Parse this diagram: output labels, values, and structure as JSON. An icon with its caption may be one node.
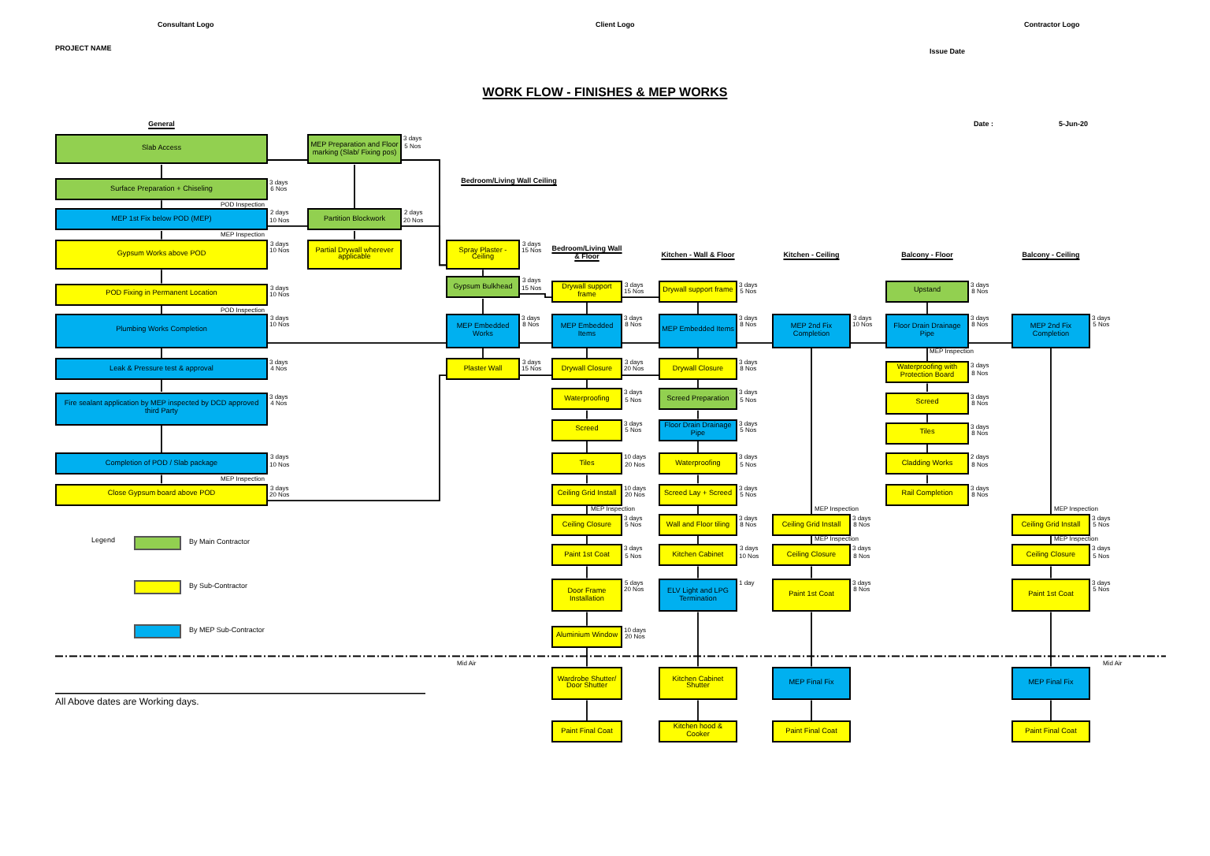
{
  "diagram": {
    "title": "WORK FLOW - FINISHES & MEP WORKS",
    "nodes": [
      {
        "text": [
          "Slab Access"
        ]
      },
      {
        "text": [
          "Surface Preparation + Chiseling"
        ],
        "beside": [
          "3 days",
          "6 Nos"
        ]
      },
      {
        "text": [
          "MEP 1st Fix below POD (MEP)"
        ],
        "beside": [
          "2 days",
          "10 Nos"
        ]
      },
      {
        "text": [
          "Gypsum Works above POD"
        ],
        "beside": [
          "3 days",
          "10 Nos"
        ]
      },
      {
        "text": [
          "POD Fixing in Permanent Location"
        ],
        "beside": [
          "3 days",
          "10 Nos"
        ]
      },
      {
        "text": [
          "Plumbing Works Completion"
        ],
        "beside": [
          "3 days",
          "10 Nos"
        ]
      },
      {
        "text": [
          "Leak & Pressure test & approval"
        ],
        "beside": [
          "3 days",
          "4 Nos"
        ]
      },
      {
        "text": [
          "Fire sealant application by MEP inspected by DCD approved third Party"
        ],
        "beside": [
          "3 days",
          "4 Nos"
        ]
      },
      {
        "text": [
          "Completion of POD / Slab package"
        ],
        "beside": [
          "3 days",
          "10 Nos"
        ]
      },
      {
        "text": [
          "Close Gypsum board above POD"
        ],
        "beside": [
          "3 days",
          "20 Nos"
        ]
      },
      {
        "text": [
          "MEP Preparation and Floor marking (Slab/ Fixing pos)"
        ],
        "beside": [
          "3 days",
          "5 Nos"
        ]
      },
      {
        "text": [
          "Partition Blockwork"
        ],
        "beside": [
          "2 days",
          "20 Nos"
        ]
      },
      {
        "text": [
          "Partial Drywall wherever applicable"
        ]
      },
      {
        "text": [
          "Spray Plaster - Ceiling"
        ],
        "beside": [
          "3 days",
          "15 Nos"
        ]
      },
      {
        "text": [
          "Gypsum Bulkhead"
        ],
        "beside": [
          "3 days",
          "15 Nos"
        ]
      },
      {
        "text": [
          "MEP Embedded Works"
        ],
        "beside": [
          "3 days",
          "8 Nos"
        ]
      },
      {
        "text": [
          "Plaster Wall"
        ],
        "beside": [
          "3 days",
          "15 Nos"
        ]
      },
      {
        "text": [
          "Drywall support frame"
        ],
        "beside": [
          "3 days",
          "15 Nos"
        ]
      },
      {
        "text": [
          "MEP Embedded Items"
        ],
        "beside": [
          "3 days",
          "8 Nos"
        ]
      },
      {
        "text": [
          "Drywall Closure"
        ],
        "beside": [
          "3 days",
          "20 Nos"
        ]
      },
      {
        "text": [
          "Waterproofing"
        ],
        "beside": [
          "3 days",
          "5 Nos"
        ]
      },
      {
        "text": [
          "Screed"
        ],
        "beside": [
          "3 days",
          "5 Nos"
        ]
      },
      {
        "text": [
          "Tiles"
        ],
        "beside": [
          "10 days",
          "20 Nos"
        ]
      },
      {
        "text": [
          "Ceiling Grid Install"
        ],
        "beside": [
          "10 days",
          "20 Nos"
        ]
      },
      {
        "text": [
          "Ceiling Closure"
        ],
        "beside": [
          "3 days",
          "5 Nos"
        ]
      },
      {
        "text": [
          "Paint 1st Coat"
        ],
        "beside": [
          "3 days",
          "5 Nos"
        ]
      },
      {
        "text": [
          "Door Frame Installation"
        ],
        "beside": [
          "5 days",
          "20 Nos"
        ]
      },
      {
        "text": [
          "Aluminium Window"
        ],
        "beside": [
          "10 days",
          "20 Nos"
        ]
      },
      {
        "text": [
          "Wardrobe Shutter/ Door Shutter"
        ]
      },
      {
        "text": [
          "Paint Final Coat"
        ]
      },
      {
        "text": [
          "Drywall support frame"
        ],
        "beside": [
          "3 days",
          "5 Nos"
        ]
      },
      {
        "text": [
          "MEP Embedded Items"
        ],
        "beside": [
          "3 days",
          "8 Nos"
        ]
      },
      {
        "text": [
          "Drywall Closure"
        ],
        "beside": [
          "3 days",
          "8 Nos"
        ]
      },
      {
        "text": [
          "Screed Preparation"
        ],
        "beside": [
          "3 days",
          "5 Nos"
        ]
      },
      {
        "text": [
          "Floor Drain Drainage Pipe"
        ],
        "beside": [
          "3 days",
          "5 Nos"
        ]
      },
      {
        "text": [
          "Waterproofing"
        ],
        "beside": [
          "3 days",
          "5 Nos"
        ]
      },
      {
        "text": [
          "Screed Lay + Screed"
        ],
        "beside": [
          "3 days",
          "5 Nos"
        ]
      },
      {
        "text": [
          "Wall and Floor tiling"
        ],
        "beside": [
          "3 days",
          "8 Nos"
        ]
      },
      {
        "text": [
          "Kitchen Cabinet"
        ],
        "beside": [
          "3 days",
          "10 Nos"
        ]
      },
      {
        "text": [
          "ELV Light and LPG Termination"
        ],
        "beside": [
          "1 day"
        ]
      },
      {
        "text": [
          "Kitchen Cabinet Shutter"
        ]
      },
      {
        "text": [
          "Kitchen hood & Cooker"
        ]
      },
      {
        "text": [
          "MEP 2nd Fix Completion"
        ],
        "beside": [
          "3 days",
          "10 Nos"
        ]
      },
      {
        "text": [
          "Ceiling Grid Install"
        ],
        "beside": [
          "3 days",
          "8 Nos"
        ]
      },
      {
        "text": [
          "Ceiling Closure"
        ],
        "beside": [
          "3 days",
          "8 Nos"
        ]
      },
      {
        "text": [
          "Paint 1st Coat"
        ],
        "beside": [
          "3 days",
          "8 Nos"
        ]
      },
      {
        "text": [
          "MEP Final Fix"
        ]
      },
      {
        "text": [
          "Paint Final Coat"
        ]
      },
      {
        "text": [
          "Upstand"
        ],
        "beside": [
          "3 days",
          "8 Nos"
        ]
      },
      {
        "text": [
          "Floor Drain Drainage Pipe"
        ],
        "beside": [
          "3 days",
          "8 Nos"
        ]
      },
      {
        "text": [
          "Waterproofing with Protection Board"
        ],
        "beside": [
          "3 days",
          "8 Nos"
        ]
      },
      {
        "text": [
          "Screed"
        ],
        "beside": [
          "3 days",
          "8 Nos"
        ]
      },
      {
        "text": [
          "Tiles"
        ],
        "beside": [
          "3 days",
          "8 Nos"
        ]
      },
      {
        "text": [
          "Cladding Works"
        ],
        "beside": [
          "2 days",
          "8 Nos"
        ]
      },
      {
        "text": [
          "Rail Completion"
        ],
        "beside": [
          "3 days",
          "8 Nos"
        ]
      },
      {
        "text": [
          "MEP 2nd Fix Completion"
        ],
        "beside": [
          "3 days",
          "5 Nos"
        ]
      },
      {
        "text": [
          "Ceiling Grid Install"
        ],
        "beside": [
          "3 days",
          "5 Nos"
        ]
      },
      {
        "text": [
          "Ceiling Closure"
        ],
        "beside": [
          "3 days",
          "5 Nos"
        ]
      },
      {
        "text": [
          "Paint 1st Coat"
        ],
        "beside": [
          "3 days",
          "5 Nos"
        ]
      },
      {
        "text": [
          "MEP Final Fix"
        ]
      },
      {
        "text": [
          "Paint Final Coat"
        ]
      }
    ],
    "edges": [
      {
        "from": 0,
        "to": 1,
        "arrow": "none"
      },
      {
        "from": 1,
        "to": 2,
        "arrow": "none"
      },
      {
        "from": 2,
        "to": 3,
        "arrow": "none"
      },
      {
        "from": 3,
        "to": 4,
        "arrow": "none"
      },
      {
        "from": 4,
        "to": 5,
        "arrow": "none"
      },
      {
        "from": 5,
        "to": 6,
        "arrow": "none"
      },
      {
        "from": 6,
        "to": 7,
        "arrow": "none"
      },
      {
        "from": 7,
        "to": 8,
        "arrow": "none"
      },
      {
        "from": 8,
        "to": 9,
        "arrow": "none"
      },
      {
        "from": 0,
        "to": 10,
        "arrow": "none"
      },
      {
        "from": 2,
        "to": 11,
        "arrow": "none"
      },
      {
        "from": 10,
        "to": 11,
        "arrow": "none"
      },
      {
        "from": 11,
        "to": 12,
        "arrow": "none"
      },
      {
        "from": 10,
        "to": 13,
        "arrow": "none"
      },
      {
        "from": 11,
        "to": 13,
        "arrow": "none"
      },
      {
        "from": 13,
        "to": 14,
        "arrow": "none"
      },
      {
        "from": 14,
        "to": 15,
        "arrow": "none"
      },
      {
        "from": 15,
        "to": 16,
        "arrow": "none"
      },
      {
        "from": 5,
        "to": 15,
        "arrow": "none"
      },
      {
        "from": 9,
        "to": 16,
        "arrow": "none"
      },
      {
        "from": 14,
        "to": 17,
        "arrow": "none"
      },
      {
        "from": 15,
        "to": 18,
        "arrow": "none"
      },
      {
        "from": 16,
        "to": 19,
        "arrow": "none"
      },
      {
        "from": 17,
        "to": 18,
        "arrow": "none"
      },
      {
        "from": 18,
        "to": 19,
        "arrow": "none"
      },
      {
        "from": 19,
        "to": 20,
        "arrow": "none"
      },
      {
        "from": 20,
        "to": 21,
        "arrow": "none"
      },
      {
        "from": 21,
        "to": 22,
        "arrow": "none"
      },
      {
        "from": 22,
        "to": 23,
        "arrow": "none"
      },
      {
        "from": 23,
        "to": 24,
        "arrow": "none"
      },
      {
        "from": 24,
        "to": 25,
        "arrow": "none"
      },
      {
        "from": 25,
        "to": 26,
        "arrow": "none"
      },
      {
        "from": 26,
        "to": 27,
        "arrow": "none"
      },
      {
        "from": 27,
        "to": 28,
        "arrow": "none"
      },
      {
        "from": 28,
        "to": 29,
        "arrow": "none"
      },
      {
        "from": 17,
        "to": 30,
        "arrow": "none"
      },
      {
        "from": 18,
        "to": 31,
        "arrow": "none"
      },
      {
        "from": 19,
        "to": 32,
        "arrow": "none"
      },
      {
        "from": 30,
        "to": 31,
        "arrow": "none"
      },
      {
        "from": 31,
        "to": 32,
        "arrow": "none"
      },
      {
        "from": 32,
        "to": 33,
        "arrow": "none"
      },
      {
        "from": 33,
        "to": 34,
        "arrow": "none"
      },
      {
        "from": 34,
        "to": 35,
        "arrow": "none"
      },
      {
        "from": 35,
        "to": 36,
        "arrow": "none"
      },
      {
        "from": 36,
        "to": 37,
        "arrow": "none"
      },
      {
        "from": 37,
        "to": 38,
        "arrow": "none"
      },
      {
        "from": 38,
        "to": 39,
        "arrow": "none"
      },
      {
        "from": 39,
        "to": 40,
        "arrow": "none"
      },
      {
        "from": 40,
        "to": 41,
        "arrow": "none"
      },
      {
        "from": 31,
        "to": 42,
        "arrow": "none"
      },
      {
        "from": 42,
        "to": 43,
        "arrow": "none"
      },
      {
        "from": 43,
        "to": 44,
        "arrow": "none"
      },
      {
        "from": 44,
        "to": 45,
        "arrow": "none"
      },
      {
        "from": 45,
        "to": 46,
        "arrow": "none"
      },
      {
        "from": 46,
        "to": 47,
        "arrow": "none"
      },
      {
        "from": 42,
        "to": 49,
        "arrow": "none"
      },
      {
        "from": 48,
        "to": 49,
        "arrow": "none"
      },
      {
        "from": 49,
        "to": 50,
        "arrow": "none"
      },
      {
        "from": 50,
        "to": 51,
        "arrow": "none"
      },
      {
        "from": 51,
        "to": 52,
        "arrow": "none"
      },
      {
        "from": 52,
        "to": 53,
        "arrow": "none"
      },
      {
        "from": 53,
        "to": 54,
        "arrow": "none"
      },
      {
        "from": 49,
        "to": 55,
        "arrow": "none"
      },
      {
        "from": 55,
        "to": 56,
        "arrow": "none"
      },
      {
        "from": 56,
        "to": 57,
        "arrow": "none"
      },
      {
        "from": 57,
        "to": 58,
        "arrow": "none"
      },
      {
        "from": 58,
        "to": 59,
        "arrow": "none"
      },
      {
        "from": 59,
        "to": 60,
        "arrow": "none"
      }
    ],
    "labels": [
      "Consultant Logo",
      "PROJECT NAME",
      "Client Logo",
      "Contractor Logo",
      "Issue Date",
      "General",
      "Date :",
      "5-Jun-20",
      "Bedroom/Living Wall Ceiling",
      "Bedroom/Living Wall & Floor",
      "Kitchen - Wall & Floor",
      "Kitchen - Ceiling",
      "Balcony - Floor",
      "Balcony - Ceiling",
      "POD Inspection",
      "MEP Inspection",
      "POD Inspection",
      "MEP Inspection",
      "MEP Inspection",
      "MEP Inspection",
      "MEP Inspection",
      "MEP Inspection",
      "MEP Inspection",
      "MEP Inspection",
      "Legend",
      "Mid Air",
      "Mid Air",
      "All Above dates are Working days."
    ],
    "legend": [
      {
        "text": "By Main Contractor",
        "color": "#92d050"
      },
      {
        "text": "By Sub-Contractor",
        "color": "#ffff00"
      },
      {
        "text": "By MEP Sub-Contractor",
        "color": "#00b0f0"
      }
    ]
  }
}
